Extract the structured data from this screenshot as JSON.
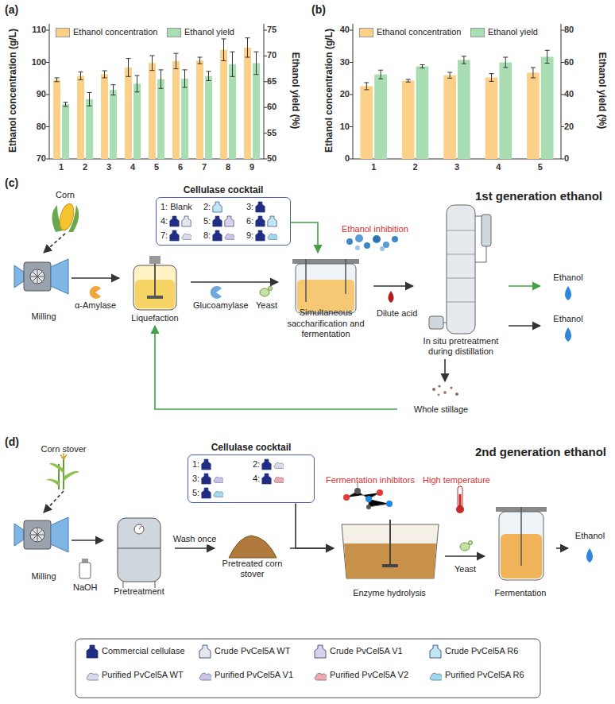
{
  "diagram": {
    "nodes": [
      {
        "text": [
          "Cellulase cocktail",
          "1: Blank",
          "2:",
          "3:",
          "4:",
          "5:",
          "6:",
          "7:",
          "8:",
          "9:"
        ]
      },
      {
        "text": [
          "Corn"
        ]
      },
      {
        "text": [
          "Milling"
        ]
      },
      {
        "text": [
          "Liquefaction"
        ]
      },
      {
        "text": [
          "Simultaneous saccharification and fermentation"
        ]
      },
      {
        "text": [
          "In situ pretreatment during distillation"
        ]
      },
      {
        "text": [
          "Ethanol"
        ]
      },
      {
        "text": [
          "Ethanol"
        ]
      },
      {
        "text": [
          "Whole stillage"
        ]
      },
      {
        "text": [
          "Cellulase cocktail",
          "1:",
          "2:",
          "3:",
          "4:",
          "5:"
        ]
      },
      {
        "text": [
          "Corn stover"
        ]
      },
      {
        "text": [
          "Milling"
        ]
      },
      {
        "text": [
          "Pretreatment"
        ]
      },
      {
        "text": [
          "Pretreated corn stover"
        ]
      },
      {
        "text": [
          "Enzyme hydrolysis"
        ]
      },
      {
        "text": [
          "Fermentation"
        ]
      },
      {
        "text": [
          "Ethanol"
        ]
      }
    ],
    "edges": [
      {
        "from": 1,
        "to": 2,
        "arrow": "to"
      },
      {
        "from": 2,
        "to": 3,
        "arrow": "to"
      },
      {
        "from": 3,
        "to": 4,
        "arrow": "to"
      },
      {
        "from": 0,
        "to": 4,
        "arrow": "to"
      },
      {
        "from": 4,
        "to": 5,
        "arrow": "to"
      },
      {
        "from": 5,
        "to": 6,
        "arrow": "to"
      },
      {
        "from": 5,
        "to": 7,
        "arrow": "to"
      },
      {
        "from": 5,
        "to": 8,
        "arrow": "to"
      },
      {
        "from": 8,
        "to": 3,
        "arrow": "to"
      },
      {
        "from": 10,
        "to": 11,
        "arrow": "to"
      },
      {
        "from": 11,
        "to": 12,
        "arrow": "to"
      },
      {
        "from": 12,
        "to": 13,
        "label": "Wash once",
        "arrow": "to"
      },
      {
        "from": 13,
        "to": 14,
        "arrow": "to"
      },
      {
        "from": 9,
        "to": 14,
        "arrow": "to"
      },
      {
        "from": 14,
        "to": 15,
        "arrow": "to"
      },
      {
        "from": 15,
        "to": 16,
        "arrow": "to"
      }
    ],
    "labels": [
      "(a)",
      "Ethanol concentration (g/L)",
      "Ethanol yield (%)",
      "70",
      "80",
      "90",
      "100",
      "110",
      "50",
      "55",
      "60",
      "65",
      "70",
      "75",
      "1",
      "2",
      "3",
      "4",
      "5",
      "6",
      "7",
      "8",
      "9",
      "(b)",
      "Ethanol concentration (g/L)",
      "Ethanol yield (%)",
      "0",
      "10",
      "20",
      "30",
      "40",
      "0",
      "20",
      "40",
      "60",
      "80",
      "1",
      "2",
      "3",
      "4",
      "5",
      "(c)",
      "1st generation ethanol",
      "α-Amylase",
      "Glucoamylase",
      "Yeast",
      "Ethanol inhibition",
      "Dilute acid",
      "(d)",
      "2nd generation ethanol",
      "NaOH",
      "Fermentation inhibitors",
      "High temperature",
      "Yeast"
    ],
    "legend": [
      {
        "text": "Ethanol concentration",
        "color": "#fdd08a"
      },
      {
        "text": "Ethanol yield",
        "color": "#a9ddb2"
      },
      {
        "text": "Ethanol concentration",
        "color": "#fdd08a"
      },
      {
        "text": "Ethanol yield",
        "color": "#a9ddb2"
      },
      {
        "text": "Commercial cellulase",
        "color": "#1f2d86"
      },
      {
        "text": "Crude  PvCel5A WT",
        "color": "#e4e6ee"
      },
      {
        "text": "Crude  PvCel5A V1",
        "color": "#d8d2ea"
      },
      {
        "text": "Crude  PvCel5A R6",
        "color": "#bfe6f3"
      },
      {
        "text": "Purified PvCel5A WT",
        "color": "#d9dbea"
      },
      {
        "text": "Purified PvCel5A V1",
        "color": "#cdc3e8"
      },
      {
        "text": "Purified PvCel5A V2",
        "color": "#f2a9ad"
      },
      {
        "text": "Purified PvCel5A R6",
        "color": "#9fd9f0"
      }
    ]
  }
}
